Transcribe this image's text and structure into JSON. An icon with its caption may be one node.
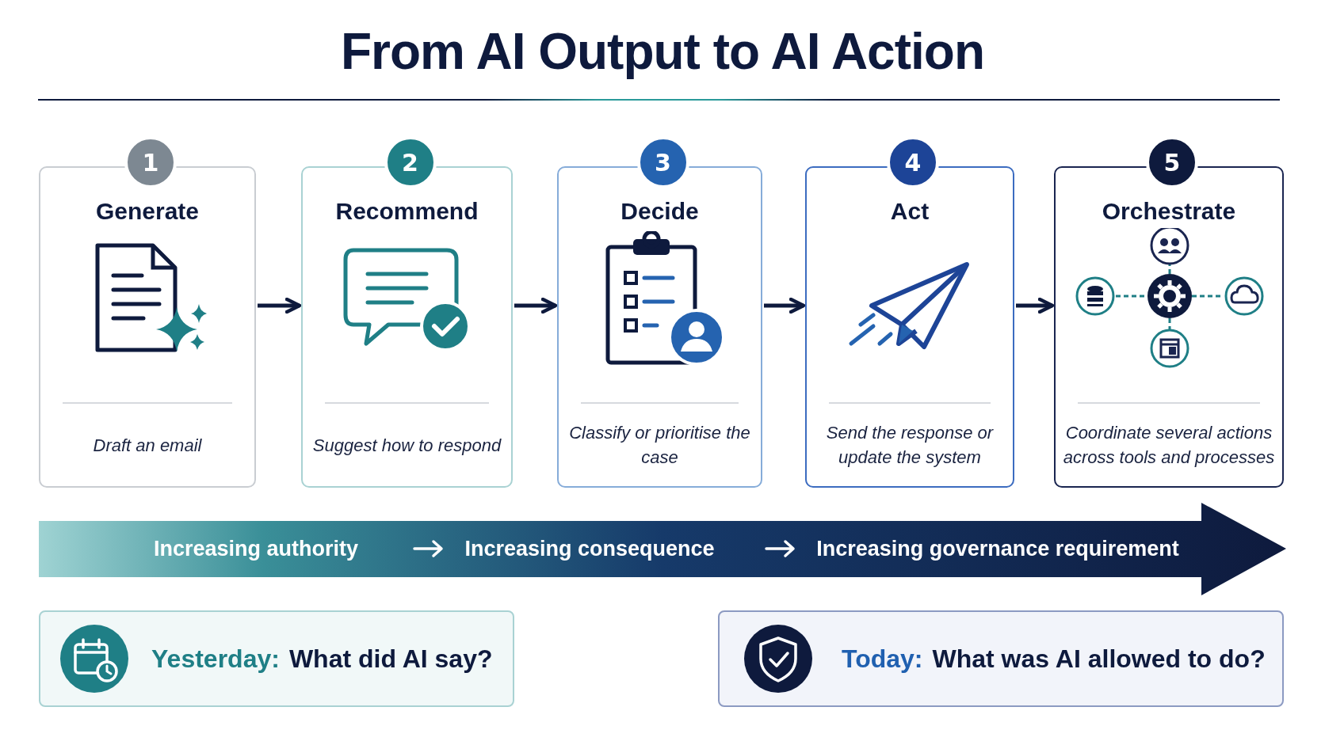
{
  "diagram": {
    "title": "From AI Output to AI Action",
    "nodes": [
      {
        "text": [
          "1",
          "Generate",
          "Draft an email"
        ]
      },
      {
        "text": [
          "2",
          "Recommend",
          "Suggest how to respond"
        ]
      },
      {
        "text": [
          "3",
          "Decide",
          "Classify or prioritise the case"
        ]
      },
      {
        "text": [
          "4",
          "Act",
          "Send the response or update the system"
        ]
      },
      {
        "text": [
          "5",
          "Orchestrate",
          "Coordinate several actions across tools and processes"
        ]
      },
      {
        "text": [
          "Increasing authority",
          "Increasing consequence",
          "Increasing governance requirement"
        ]
      },
      {
        "text": [
          "Yesterday:",
          "What did AI say?"
        ]
      },
      {
        "text": [
          "Today:",
          "What was AI allowed to do?"
        ]
      }
    ],
    "edges": [
      {
        "from": 0,
        "to": 1,
        "arrow": "to"
      },
      {
        "from": 1,
        "to": 2,
        "arrow": "to"
      },
      {
        "from": 2,
        "to": 3,
        "arrow": "to"
      },
      {
        "from": 3,
        "to": 4,
        "arrow": "to"
      }
    ]
  }
}
